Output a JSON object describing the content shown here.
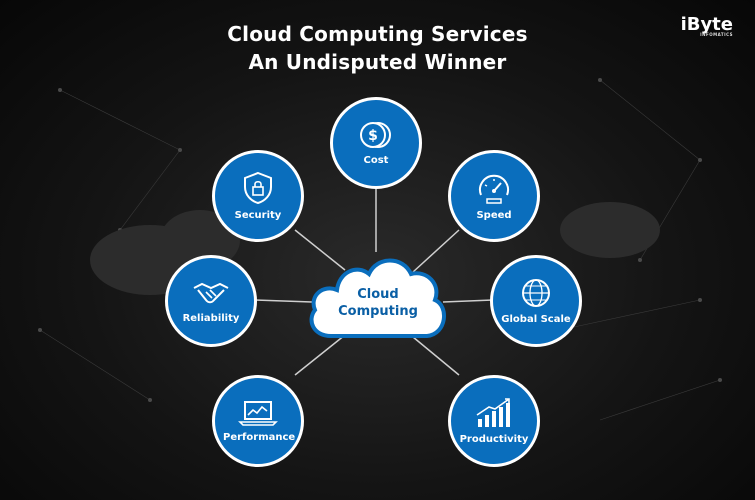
{
  "title": {
    "line1": "Cloud Computing Services",
    "line2": "An Undisputed Winner"
  },
  "logo": {
    "text": "iByte",
    "sub": "INFOMATICS"
  },
  "center": {
    "line1": "Cloud",
    "line2": "Computing"
  },
  "colors": {
    "node": "#0a6ebd",
    "center_text": "#0a5fa5",
    "line": "#cfcfcf"
  },
  "nodes": {
    "cost": {
      "label": "Cost",
      "icon": "dollar-coins-icon"
    },
    "security": {
      "label": "Security",
      "icon": "shield-lock-icon"
    },
    "speed": {
      "label": "Speed",
      "icon": "speedometer-icon"
    },
    "reliability": {
      "label": "Reliability",
      "icon": "handshake-icon"
    },
    "global_scale": {
      "label": "Global Scale",
      "icon": "globe-icon"
    },
    "performance": {
      "label": "Performance",
      "icon": "laptop-chart-icon"
    },
    "productivity": {
      "label": "Productivity",
      "icon": "bar-chart-growth-icon"
    }
  }
}
